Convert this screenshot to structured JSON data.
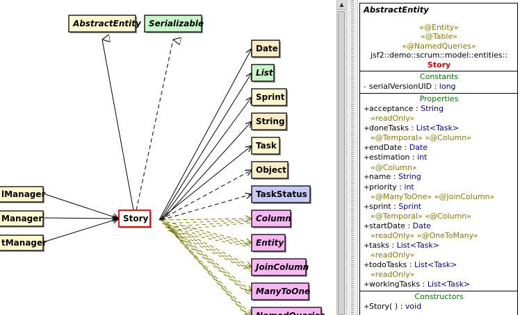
{
  "diagram": {
    "center": {
      "id": "story",
      "label": "Story",
      "fill": "#ffffff",
      "stroke": "#e00000"
    },
    "parents": [
      {
        "id": "abstract-entity",
        "label": "AbstractEntity",
        "fill": "#fffacd",
        "italic": true,
        "dashed": false
      },
      {
        "id": "serializable",
        "label": "Serializable",
        "fill": "#c8f7c8",
        "italic": true,
        "dashed": true
      }
    ],
    "managers": [
      {
        "id": "manager-1",
        "label": "lManager"
      },
      {
        "id": "manager-2",
        "label": "Manager"
      },
      {
        "id": "manager-3",
        "label": "tManager"
      }
    ],
    "dependencies": [
      {
        "id": "date",
        "label": "Date",
        "fill": "#fbeec6",
        "italic": false,
        "style": "solid"
      },
      {
        "id": "list",
        "label": "List",
        "fill": "#c8f7c8",
        "italic": true,
        "style": "solid"
      },
      {
        "id": "sprint",
        "label": "Sprint",
        "fill": "#fffacd",
        "italic": false,
        "style": "solid"
      },
      {
        "id": "string",
        "label": "String",
        "fill": "#fbeec6",
        "italic": false,
        "style": "solid"
      },
      {
        "id": "task",
        "label": "Task",
        "fill": "#fffacd",
        "italic": false,
        "style": "solid"
      },
      {
        "id": "object",
        "label": "Object",
        "fill": "#fbeec6",
        "italic": false,
        "style": "dashed"
      },
      {
        "id": "task-status",
        "label": "TaskStatus",
        "fill": "#c8c8f7",
        "italic": false,
        "style": "dashed"
      },
      {
        "id": "column",
        "label": "Column",
        "fill": "#f9b6f5",
        "italic": true,
        "style": "olive"
      },
      {
        "id": "entity",
        "label": "Entity",
        "fill": "#f9b6f5",
        "italic": true,
        "style": "olive"
      },
      {
        "id": "join-column",
        "label": "JoinColumn",
        "fill": "#f9b6f5",
        "italic": true,
        "style": "olive"
      },
      {
        "id": "many-to-one",
        "label": "ManyToOne",
        "fill": "#f9b6f5",
        "italic": true,
        "style": "olive"
      },
      {
        "id": "named-queries",
        "label": "NamedQueries",
        "fill": "#f9b6f5",
        "italic": true,
        "style": "olive"
      }
    ]
  },
  "class_panel": {
    "class_name": "AbstractEntity",
    "stereotypes": [
      "«@Entity»",
      "«@Table»",
      "«@NamedQueries»"
    ],
    "package": "jsf2::demo::scrum::model::entities::",
    "story_name": "Story",
    "constants_title": "Constants",
    "constants": [
      {
        "vis": "-",
        "name": "serialVersionUID",
        "type": "long"
      }
    ],
    "properties_title": "Properties",
    "properties": [
      {
        "vis": "+",
        "name": "acceptance",
        "type": "String",
        "anno": "«readOnly»"
      },
      {
        "vis": "+",
        "name": "doneTasks",
        "type": "List<Task>",
        "anno": "«@Temporal» «@Column»"
      },
      {
        "vis": "+",
        "name": "endDate",
        "type": "Date",
        "anno": ""
      },
      {
        "vis": "+",
        "name": "estimation",
        "type": "int",
        "anno": "«@Column»"
      },
      {
        "vis": "+",
        "name": "name",
        "type": "String",
        "anno": ""
      },
      {
        "vis": "+",
        "name": "priority",
        "type": "int",
        "anno": "«@ManyToOne» «@JoinColumn»"
      },
      {
        "vis": "+",
        "name": "sprint",
        "type": "Sprint",
        "anno": "«@Temporal» «@Column»"
      },
      {
        "vis": "+",
        "name": "startDate",
        "type": "Date",
        "anno": "«readOnly» «@OneToMany»"
      },
      {
        "vis": "+",
        "name": "tasks",
        "type": "List<Task>",
        "anno": "«readOnly»"
      },
      {
        "vis": "+",
        "name": "todoTasks",
        "type": "List<Task>",
        "anno": "«readOnly»"
      },
      {
        "vis": "+",
        "name": "workingTasks",
        "type": "List<Task>",
        "anno": ""
      }
    ],
    "constructors_title": "Constructors",
    "constructors": [
      {
        "vis": "+",
        "name": "Story( )",
        "type": "void"
      }
    ]
  },
  "scrollbar": {
    "up_glyph": "▲"
  }
}
